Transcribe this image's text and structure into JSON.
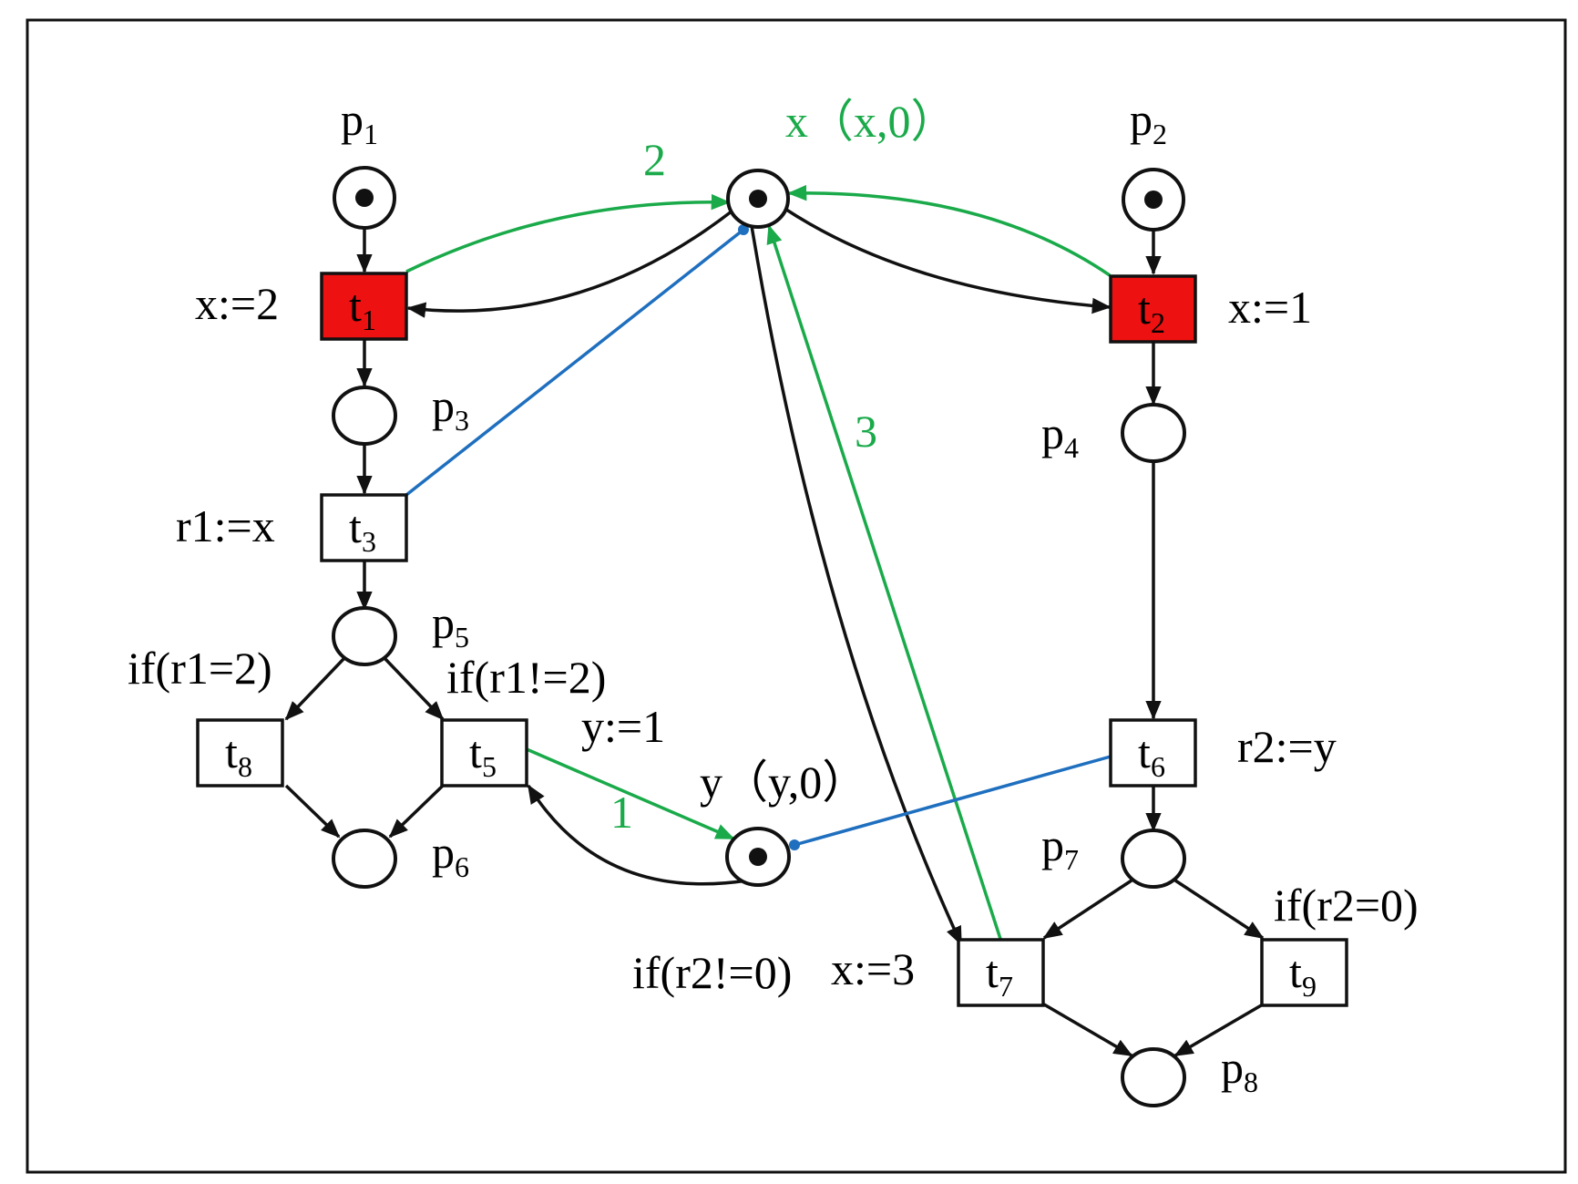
{
  "places": {
    "p1": {
      "name": "p",
      "sub": "1"
    },
    "p2": {
      "name": "p",
      "sub": "2"
    },
    "p3": {
      "name": "p",
      "sub": "3"
    },
    "p4": {
      "name": "p",
      "sub": "4"
    },
    "p5": {
      "name": "p",
      "sub": "5"
    },
    "p6": {
      "name": "p",
      "sub": "6"
    },
    "p7": {
      "name": "p",
      "sub": "7"
    },
    "p8": {
      "name": "p",
      "sub": "8"
    },
    "x": {
      "label": "x（x,0）"
    },
    "y": {
      "label": "y（y,0）"
    }
  },
  "transitions": {
    "t1": {
      "name": "t",
      "sub": "1",
      "fill": "#ee1111",
      "action": "x:=2"
    },
    "t2": {
      "name": "t",
      "sub": "2",
      "fill": "#ee1111",
      "action": "x:=1"
    },
    "t3": {
      "name": "t",
      "sub": "3",
      "fill": "#ffffff",
      "action": "r1:=x"
    },
    "t5": {
      "name": "t",
      "sub": "5",
      "fill": "#ffffff",
      "guard": "if(r1!=2)",
      "action": "y:=1"
    },
    "t6": {
      "name": "t",
      "sub": "6",
      "fill": "#ffffff",
      "action": "r2:=y"
    },
    "t7": {
      "name": "t",
      "sub": "7",
      "fill": "#ffffff",
      "guard": "if(r2!=0)",
      "action": "x:=3"
    },
    "t8": {
      "name": "t",
      "sub": "8",
      "fill": "#ffffff",
      "guard": "if(r1=2)"
    },
    "t9": {
      "name": "t",
      "sub": "9",
      "fill": "#ffffff",
      "guard": "if(r2=0)"
    }
  },
  "write_order": {
    "w1": "1",
    "w2": "2",
    "w3": "3"
  },
  "colors": {
    "write_arc": "#1aaa4a",
    "read_arc": "#1f6fbf",
    "arc": "#111111",
    "enabled_transition": "#ee1111"
  }
}
